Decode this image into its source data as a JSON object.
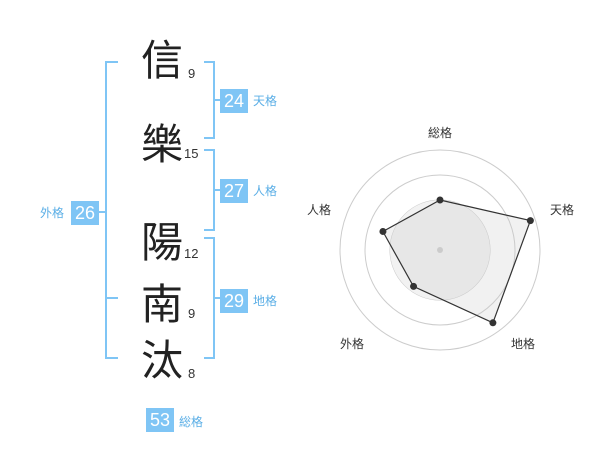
{
  "name": {
    "chars": [
      {
        "char": "信",
        "strokes": "9"
      },
      {
        "char": "樂",
        "strokes": "15"
      },
      {
        "char": "陽",
        "strokes": "12"
      },
      {
        "char": "南",
        "strokes": "9"
      },
      {
        "char": "汰",
        "strokes": "8"
      }
    ]
  },
  "scores": {
    "tenkaku": {
      "value": "24",
      "label": "天格"
    },
    "jinkaku": {
      "value": "27",
      "label": "人格"
    },
    "chikaku": {
      "value": "29",
      "label": "地格"
    },
    "gaikaku": {
      "value": "26",
      "label": "外格"
    },
    "soukaku": {
      "value": "53",
      "label": "総格"
    }
  },
  "radar": {
    "labels": {
      "top": "総格",
      "right": "天格",
      "bottom_right": "地格",
      "bottom_left": "外格",
      "left": "人格"
    },
    "levels": [
      0.5,
      0.95,
      0.9,
      0.45,
      0.6
    ]
  },
  "colors": {
    "accent": "#7fc5f5",
    "bracket": "#7fc5f5",
    "radar_fill": "#eeeeee",
    "radar_ring": "#cccccc",
    "radar_line": "#333333"
  }
}
